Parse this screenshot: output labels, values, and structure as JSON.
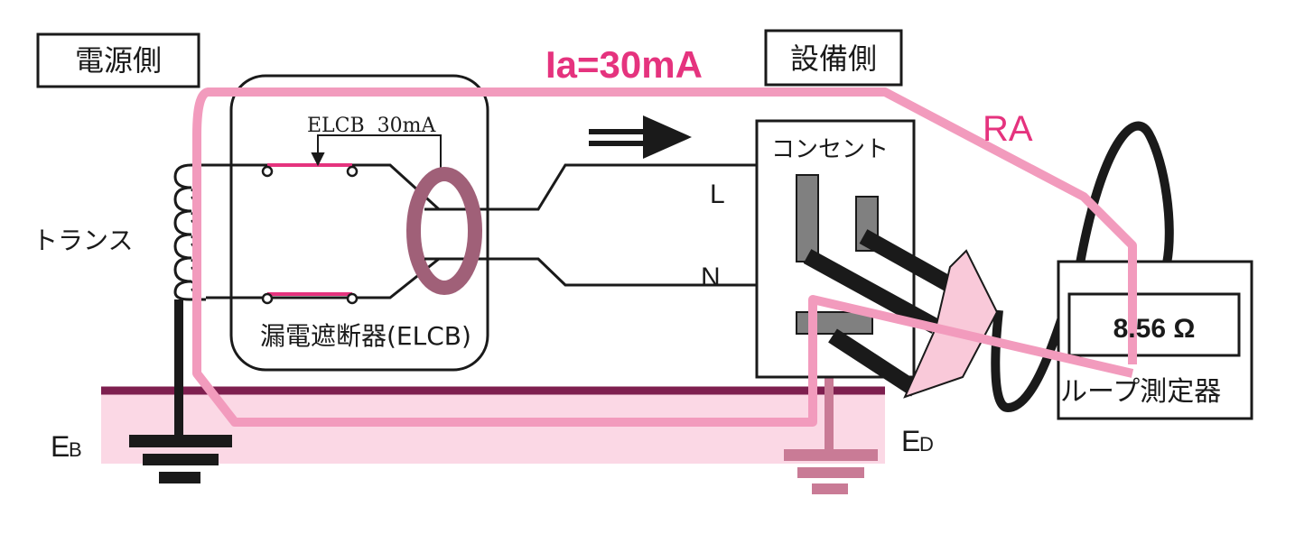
{
  "labels": {
    "source_side": "電源側",
    "equipment_side": "設備側",
    "current": "Ia=30mA",
    "ra": "RA",
    "elcb_rating": "ELCB  30mA",
    "transformer": "トランス",
    "elcb_name": "漏電遮断器(ELCB)",
    "outlet": "コンセント",
    "line_l": "L",
    "line_n": "N",
    "meter_name": "ループ測定器",
    "meter_reading": "8.56 Ω",
    "eb_main": "E",
    "eb_sub": "B",
    "ed_main": "E",
    "ed_sub": "D"
  },
  "colors": {
    "loop_path": "#f29bbd",
    "current_text": "#e5337e",
    "earth_band": "#fbd8e5",
    "earth_line": "#7e1f4f",
    "ct_ring": "#a06078",
    "contacts": "#e5337e",
    "earth_ed": "#c97b96",
    "plug": "#f9c9d9",
    "outlet_slot": "#808080"
  }
}
